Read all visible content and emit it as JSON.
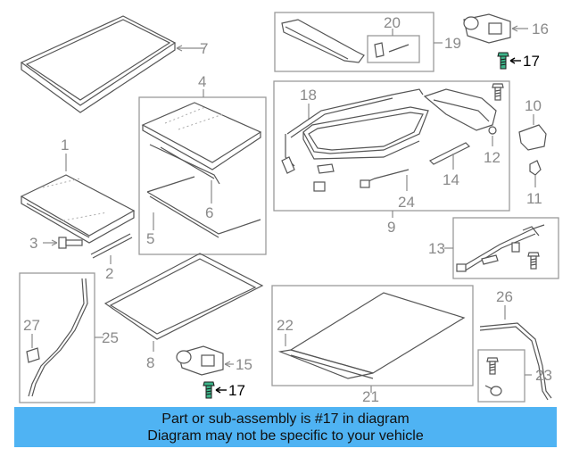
{
  "callouts": {
    "c1": "1",
    "c2": "2",
    "c3": "3",
    "c4": "4",
    "c5": "5",
    "c6": "6",
    "c7": "7",
    "c8": "8",
    "c9": "9",
    "c10": "10",
    "c11": "11",
    "c12": "12",
    "c13": "13",
    "c14": "14",
    "c15": "15",
    "c16": "16",
    "c17a": "17",
    "c17b": "17",
    "c18": "18",
    "c19": "19",
    "c20": "20",
    "c21": "21",
    "c22": "22",
    "c23": "23",
    "c24": "24",
    "c25": "25",
    "c26": "26",
    "c27": "27"
  },
  "highlighted_part": "17",
  "highlight_color": "#3db58a",
  "banner": {
    "line1": "Part or sub-assembly is #17 in diagram",
    "line2": "Diagram may not be specific to your vehicle",
    "color": "#4fb3f3"
  }
}
